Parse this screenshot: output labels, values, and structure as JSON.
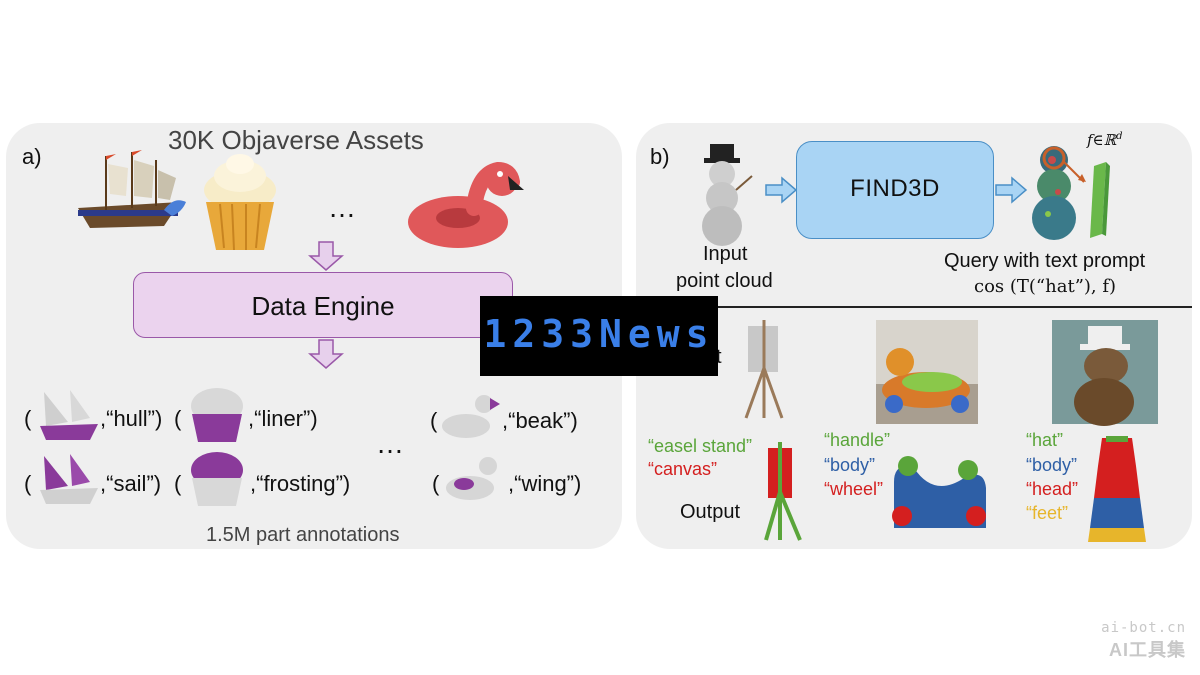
{
  "panel_a": {
    "label": "a)",
    "title": "30K Objaverse Assets",
    "ellipsis_top": "…",
    "engine_label": "Data Engine",
    "annotations": [
      {
        "open": "(",
        "text": ",“hull”)"
      },
      {
        "open": "(",
        "text": ",“liner”)"
      },
      {
        "open": "(",
        "text": ",“beak”)"
      },
      {
        "open": "(",
        "text": ",“sail”)"
      },
      {
        "open": "(",
        "text": ",“frosting”)"
      },
      {
        "open": "(",
        "text": ",“wing”)"
      }
    ],
    "ellipsis_mid": "…",
    "caption": "1.5M part annotations"
  },
  "panel_b": {
    "label": "b)",
    "input_label_line1": "Input",
    "input_label_line2": "point cloud",
    "model_name": "FIND3D",
    "feature_label": "f∈ℝ",
    "feature_sup": "d",
    "query_label": "Query with text prompt",
    "query_formula": "cos (T(“hat”), f)",
    "input_partial": "t",
    "output_label": "Output",
    "prompts_1": [
      {
        "text": "“easel stand”",
        "color": "#5aa53a"
      },
      {
        "text": "“canvas”",
        "color": "#d41f1f"
      }
    ],
    "prompts_2": [
      {
        "text": "“handle”",
        "color": "#5aa53a"
      },
      {
        "text": "“body”",
        "color": "#2e5fa6"
      },
      {
        "text": "“wheel”",
        "color": "#d41f1f"
      }
    ],
    "prompts_3": [
      {
        "text": "“hat”",
        "color": "#5aa53a"
      },
      {
        "text": "“body”",
        "color": "#2e5fa6"
      },
      {
        "text": "“head”",
        "color": "#d41f1f"
      },
      {
        "text": "“feet”",
        "color": "#e7b52b"
      }
    ]
  },
  "watermark": {
    "center_text": "1233News",
    "corner_line1": "ai-bot.cn",
    "corner_line2": "AI工具集"
  },
  "colors": {
    "panel_bg": "#efefef",
    "engine_fill": "#ebd3ee",
    "engine_border": "#9a58a8",
    "model_fill": "#a9d4f4",
    "model_border": "#4a8fc6",
    "part_purple": "#8a3a9a"
  }
}
